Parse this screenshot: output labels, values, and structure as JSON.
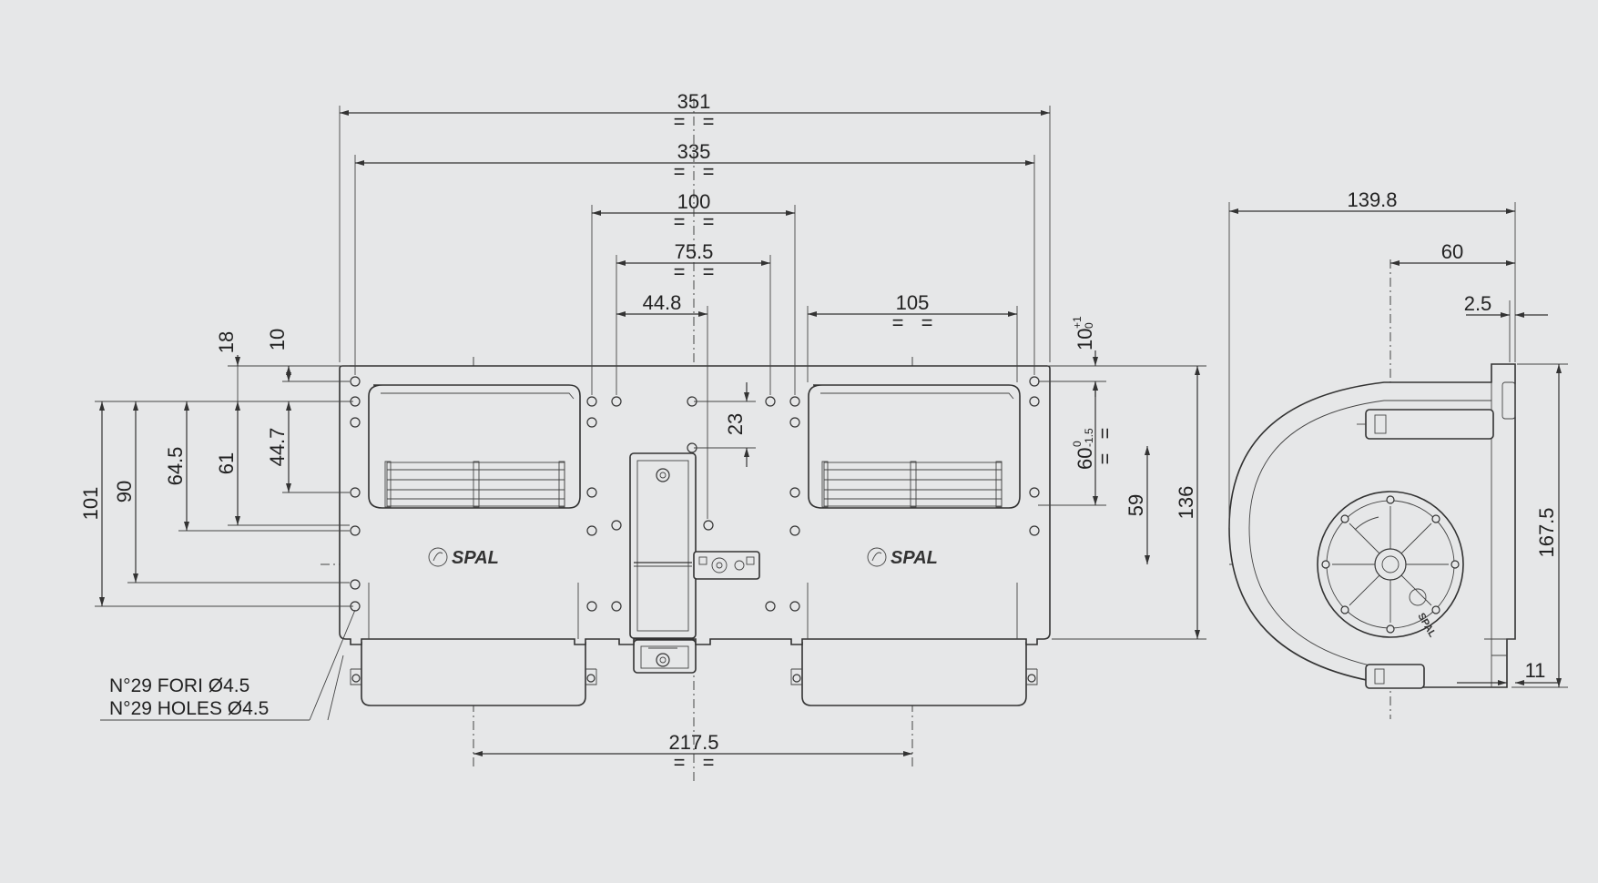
{
  "front_view": {
    "logo_left": "SPAL",
    "logo_right": "SPAL",
    "dimensions": {
      "overall_width": "351",
      "hole_span_width": "335",
      "center_span_100": "100",
      "center_span_75_5": "75.5",
      "offset_44_8": "44.8",
      "right_span_105": "105",
      "outlet_span_217_5": "217.5",
      "left_101": "101",
      "left_90": "90",
      "left_64_5": "64.5",
      "left_61": "61",
      "left_44_7": "44.7",
      "top_18": "18",
      "top_10": "10",
      "mid_23": "23",
      "right_59": "59",
      "overall_height_136": "136",
      "tol_10_base": "10",
      "tol_10_upper": "+1",
      "tol_10_lower": "0",
      "tol_60_base": "60",
      "tol_60_upper": "0",
      "tol_60_lower": "-1.5",
      "equal_mark": "="
    },
    "note": {
      "line_it": "N°29 FORI Ø4.5",
      "line_en": "N°29 HOLES Ø4.5"
    }
  },
  "side_view": {
    "fan_logo": "SPAL",
    "dimensions": {
      "depth_139_8": "139.8",
      "depth_60": "60",
      "flange_2_5": "2.5",
      "height_167_5": "167.5",
      "bottom_11": "11"
    }
  }
}
